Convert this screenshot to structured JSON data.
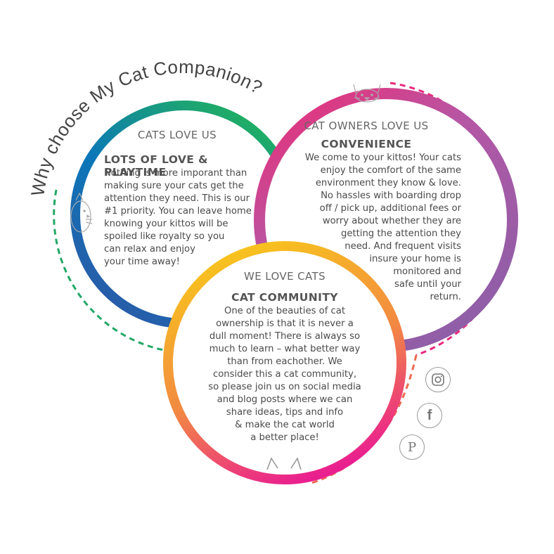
{
  "headline": "Why choose My Cat Companion?",
  "left_circle": {
    "label": "CATS LOVE US",
    "title": "LOTS OF LOVE & PLAYTIME",
    "lines": [
      "Nothing is more imporant than",
      "making sure your cats get the",
      "attention they need. This is our",
      "#1 priority. You can leave home",
      "knowing your kittos will be",
      "spoiled like royalty so you",
      "can relax and enjoy",
      "your time away!"
    ]
  },
  "right_circle": {
    "label": "CAT OWNERS LOVE US",
    "title": "CONVENIENCE",
    "lines": [
      "We come to your kittos! Your cats",
      "enjoy the comfort of  the same",
      "environment they know & love.",
      "No hassles with boarding drop",
      "off / pick up, additional fees or",
      "worry about whether they are",
      "getting the attention they",
      "need. And frequent visits",
      "insure your home is",
      "monitored and",
      "safe until your",
      "return."
    ]
  },
  "bottom_circle": {
    "label": "WE LOVE CATS",
    "title": "CAT COMMUNITY",
    "lines": [
      "One of the beauties of cat",
      "ownership is that it is never a",
      "dull moment! There is always so",
      "much to learn – what better way",
      "than from eachother. We",
      "consider this a cat community,",
      "so please join us on social media",
      "and blog posts  where we can",
      "share ideas, tips and info",
      "& make the cat world",
      "a better place!"
    ]
  },
  "social": {
    "instagram_icon": "instagram-icon",
    "facebook_icon": "facebook-icon",
    "facebook_glyph": "f",
    "pinterest_icon": "pinterest-icon",
    "pinterest_glyph": "P"
  },
  "colors": {
    "left_ring": [
      "#1fb36a",
      "#0b6fb3",
      "#2b5bab"
    ],
    "right_ring": [
      "#ee2a7b",
      "#a559a8",
      "#8e5fa6"
    ],
    "bottom_ring": [
      "#f7c21b",
      "#f38a3d",
      "#ee2c8d"
    ]
  }
}
